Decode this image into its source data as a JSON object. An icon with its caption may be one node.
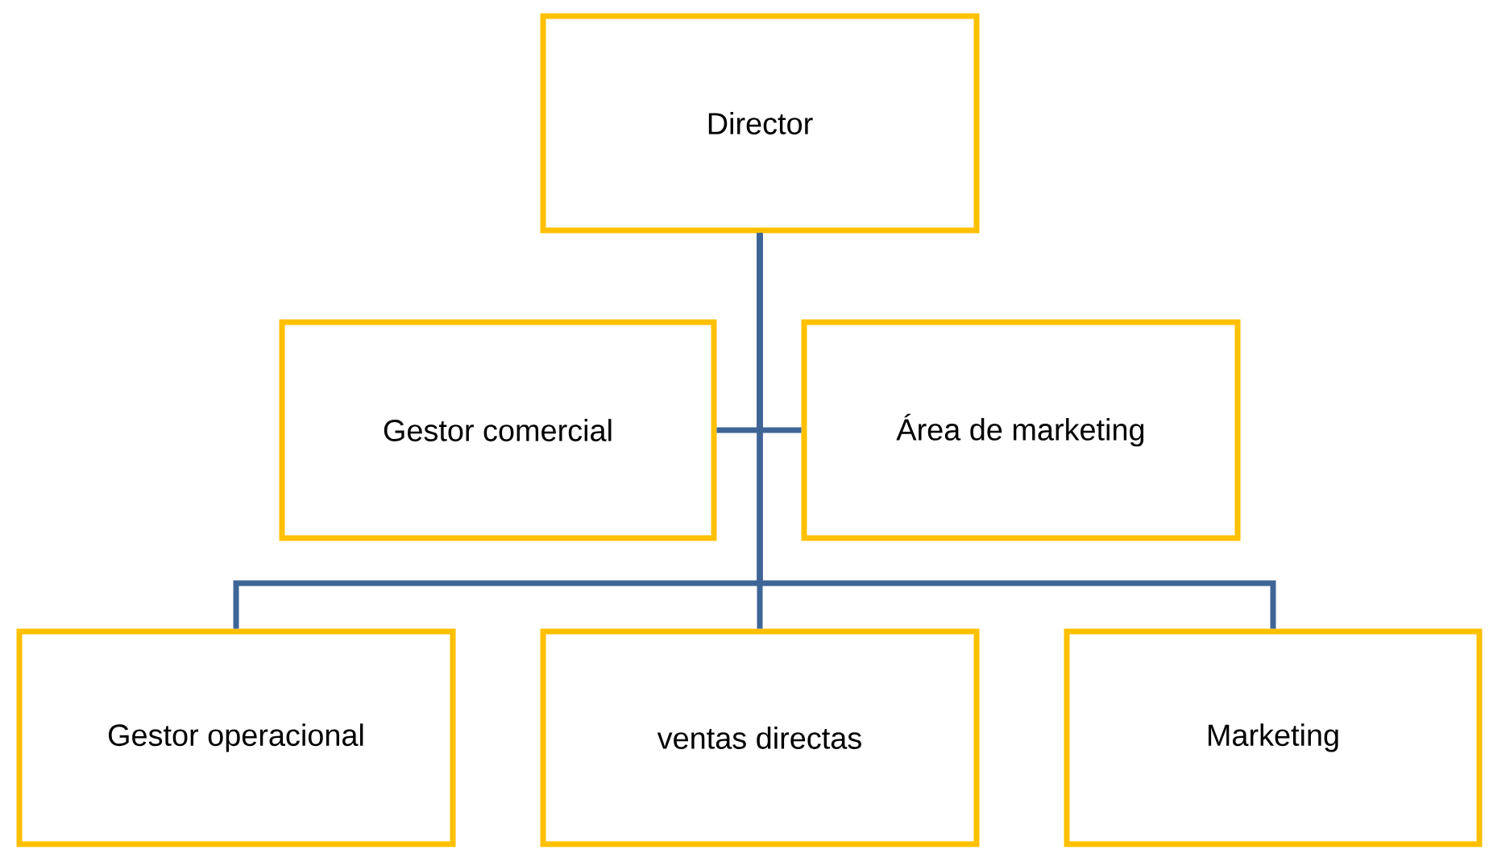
{
  "diagram": {
    "nodes": [
      {
        "text": [
          "Director"
        ]
      },
      {
        "text": [
          "Gestor comercial"
        ]
      },
      {
        "text": [
          "Área de marketing"
        ]
      },
      {
        "text": [
          "Gestor operacional"
        ]
      },
      {
        "text": [
          "ventas directas"
        ]
      },
      {
        "text": [
          "Marketing"
        ]
      }
    ],
    "edges": [
      {
        "from": 0,
        "to": 1,
        "arrow": "none"
      },
      {
        "from": 0,
        "to": 2,
        "arrow": "none"
      },
      {
        "from": 0,
        "to": 3,
        "arrow": "none"
      },
      {
        "from": 0,
        "to": 4,
        "arrow": "none"
      },
      {
        "from": 0,
        "to": 5,
        "arrow": "none"
      }
    ]
  }
}
